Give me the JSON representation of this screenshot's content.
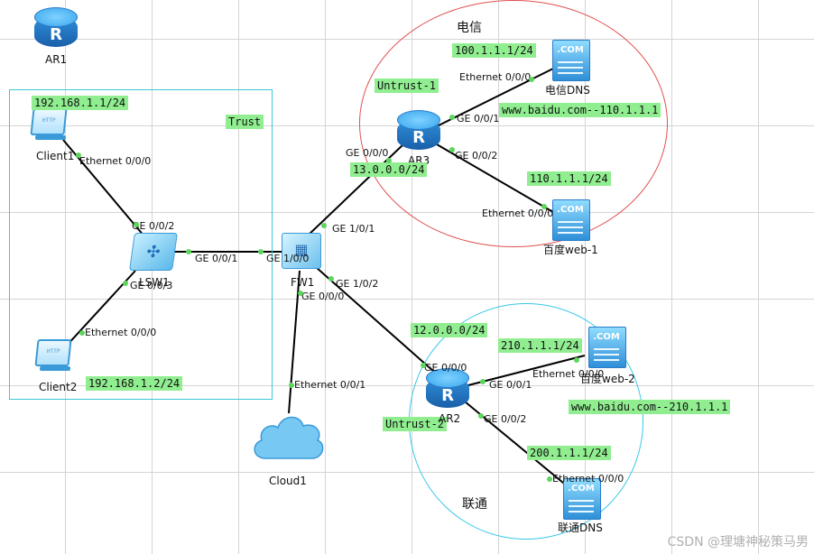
{
  "diagram": {
    "devices": {
      "ar1": "AR1",
      "ar2": "AR2",
      "ar3": "AR3",
      "fw1": "FW1",
      "lsw1": "LSW1",
      "client1": "Client1",
      "client2": "Client2",
      "cloud1": "Cloud1",
      "dns_telecom": "电信DNS",
      "web1": "百度web-1",
      "web2": "百度web-2",
      "dns_unicom": "联通DNS"
    },
    "zones": {
      "trust": "Trust",
      "untrust1": "Untrust-1",
      "untrust2": "Untrust-2",
      "telecom": "电信",
      "unicom": "联通"
    },
    "tags": {
      "client1_ip": "192.168.1.1/24",
      "client2_ip": "192.168.1.2/24",
      "dns_telecom_ip": "100.1.1.1/24",
      "baidu_telecom": "www.baidu.com--110.1.1.1",
      "net13": "13.0.0.0/24",
      "web1_ip": "110.1.1.1/24",
      "net12": "12.0.0.0/24",
      "web2_ip": "210.1.1.1/24",
      "baidu_unicom": "www.baidu.com--210.1.1.1",
      "dns_unicom_ip": "200.1.1.1/24"
    },
    "ports": {
      "client1_eth": "Ethernet 0/0/0",
      "lsw_ge002": "GE 0/0/2",
      "lsw_ge001": "GE 0/0/1",
      "lsw_ge003": "GE 0/0/3",
      "client2_eth": "Ethernet 0/0/0",
      "fw_ge100": "GE 1/0/0",
      "fw_ge101": "GE 1/0/1",
      "fw_ge102": "GE 1/0/2",
      "fw_ge000": "GE 0/0/0",
      "ar3_ge000": "GE 0/0/0",
      "ar3_ge001": "GE 0/0/1",
      "ar3_ge002": "GE 0/0/2",
      "dns_telecom_eth": "Ethernet 0/0/0",
      "web1_eth": "Ethernet 0/0/0",
      "ar2_ge000": "GE 0/0/0",
      "ar2_ge001": "GE 0/0/1",
      "ar2_ge002": "GE 0/0/2",
      "web2_eth": "Ethernet 0/0/0",
      "dns_unicom_eth": "Ethernet 0/0/0",
      "cloud_eth": "Ethernet 0/0/1"
    },
    "server_glyph": ".COM",
    "pc_glyph": "HTTP",
    "router_glyph": "R",
    "watermark": "CSDN @理塘神秘策马男"
  },
  "colors": {
    "tag_bg": "#90ee90",
    "trust_border": "#38c8d8",
    "telecom_border": "#e05050",
    "unicom_border": "#38c8e8",
    "link": "#000000",
    "port_dot": "#5cd65c"
  }
}
